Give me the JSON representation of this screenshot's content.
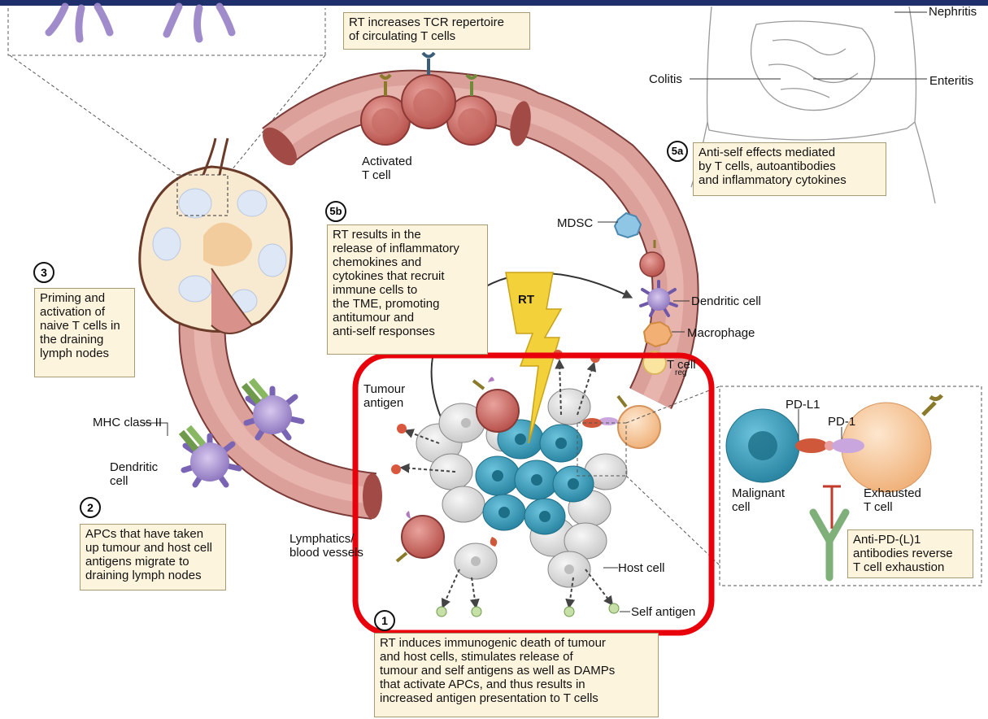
{
  "colors": {
    "top_bar": "#1f2f6b",
    "highlight": "#e8000b",
    "vessel": "#d9918b",
    "tumour_cell": "#3fa3bf",
    "host_cell": "#e3e3e3",
    "box_fill": "#fdf4dd"
  },
  "labels": {
    "nephritis": "Nephritis",
    "colitis": "Colitis",
    "enteritis": "Enteritis",
    "activated_t_cell": "Activated\nT cell",
    "mdsc": "MDSC",
    "dendritic_cell_right": "Dendritic cell",
    "macrophage": "Macrophage",
    "treg_cell": "T   cell",
    "treg_sub": "reg",
    "tumour_antigen": "Tumour\nantigen",
    "mhc_class_ii": "MHC class II",
    "dendritic_cell_left": "Dendritic\ncell",
    "lymphatics": "Lymphatics/\nblood vessels",
    "host_cell": "Host cell",
    "self_antigen": "Self antigen",
    "rt": "RT",
    "pd_l1": "PD-L1",
    "pd_1": "PD-1",
    "malignant_cell": "Malignant\ncell",
    "exhausted_t_cell": "Exhausted\nT cell"
  },
  "steps": {
    "s1": "1",
    "s2": "2",
    "s3": "3",
    "s5a": "5a",
    "s5b": "5b"
  },
  "boxes": {
    "tcr": "RT increases TCR repertoire\nof circulating T cells",
    "anti_self": "Anti-self effects mediated\nby T cells, autoantibodies\nand inflammatory cytokines",
    "rt_release": "RT results in the\nrelease of inflammatory\nchemokines and\ncytokines that recruit\nimmune cells to\nthe TME, promoting\nantitumour and\nanti-self responses",
    "priming": "Priming and\nactivation of\nnaive T cells in\nthe draining\nlymph nodes",
    "apcs": "APCs that have taken\nup tumour and host cell\nantigens migrate to\ndraining lymph nodes",
    "anti_pd": "Anti-PD-(L)1\nantibodies reverse\nT cell exhaustion",
    "rt_death": "RT induces immunogenic death of tumour\nand host cells, stimulates release of\ntumour and self antigens as well as DAMPs\nthat activate APCs, and thus results in\nincreased antigen presentation to T cells"
  }
}
